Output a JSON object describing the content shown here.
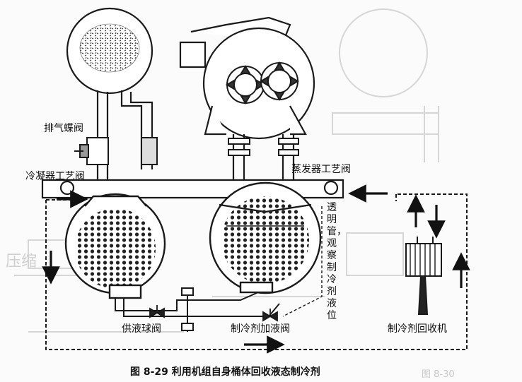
{
  "figure": {
    "caption": "图 8-29   利用机组自身桶体回收液态制冷剂"
  },
  "labels": {
    "exhaust_valve": "排气蝶阀",
    "condenser_valve": "冷凝器工艺阀",
    "evaporator_valve": "蒸发器工艺阀",
    "sight_glass_note": "透明管，观察制冷剂液位",
    "supply_float_valve": "供液球阀",
    "charging_valve": "制冷剂加液阀",
    "recovery_machine": "制冷剂回收机"
  },
  "background_text": {
    "next_fig_caption": "图 8-30",
    "stray_word": "压缩"
  },
  "colors": {
    "line": "#1a1a1a",
    "ghost": "#d2d2d2"
  }
}
